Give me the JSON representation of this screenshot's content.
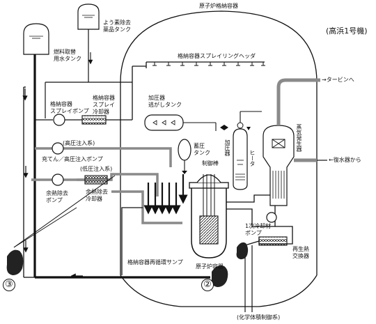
{
  "title_plant": "(高浜1号機)",
  "containment_vessel": "原子炉格納容器",
  "iodine_tank": [
    "よう素除去",
    "薬品タンク"
  ],
  "fuel_water_tank": [
    "燃料取替",
    "用水タンク"
  ],
  "containment_spray_header": "格納容器スプレイリングヘッダ",
  "to_turbine": "→タービンへ",
  "spray_pump": [
    "格納容器",
    "スプレイポンプ"
  ],
  "spray_cooler": [
    "格納容器",
    "スプレイ",
    "冷却器"
  ],
  "pressurizer_relief_tank": [
    "加圧器",
    "逃がしタンク"
  ],
  "steam_generator": "蒸気発生器",
  "high_pressure_injection": "(高圧注入系)",
  "charging_pump": "充てん／高圧注入ポンプ",
  "accumulator_tank": [
    "蓄圧",
    "タンク"
  ],
  "control_rod": "制御棒",
  "pressurizer": "加圧器",
  "heater": "ヒータ",
  "from_condenser": "←復水器から",
  "low_pressure_injection": "(低圧注入系)",
  "rhr_pump": [
    "余熱除去",
    "ポンプ"
  ],
  "rhr_cooler": [
    "余熱除去",
    "冷却器"
  ],
  "primary_coolant_pump": [
    "1次冷却材",
    "ポンプ"
  ],
  "regenerative_hx": [
    "再生熱",
    "交換器"
  ],
  "containment_sump": "格納容器再循環サンプ",
  "reactor_vessel": "原子炉容器",
  "cvcs": "(化学体積制御系)",
  "marker_3": "③",
  "marker_2": "②",
  "colors": {
    "line": "#111111",
    "pipe_gray": "#8a8a8a",
    "fill_dark": "#222222"
  }
}
